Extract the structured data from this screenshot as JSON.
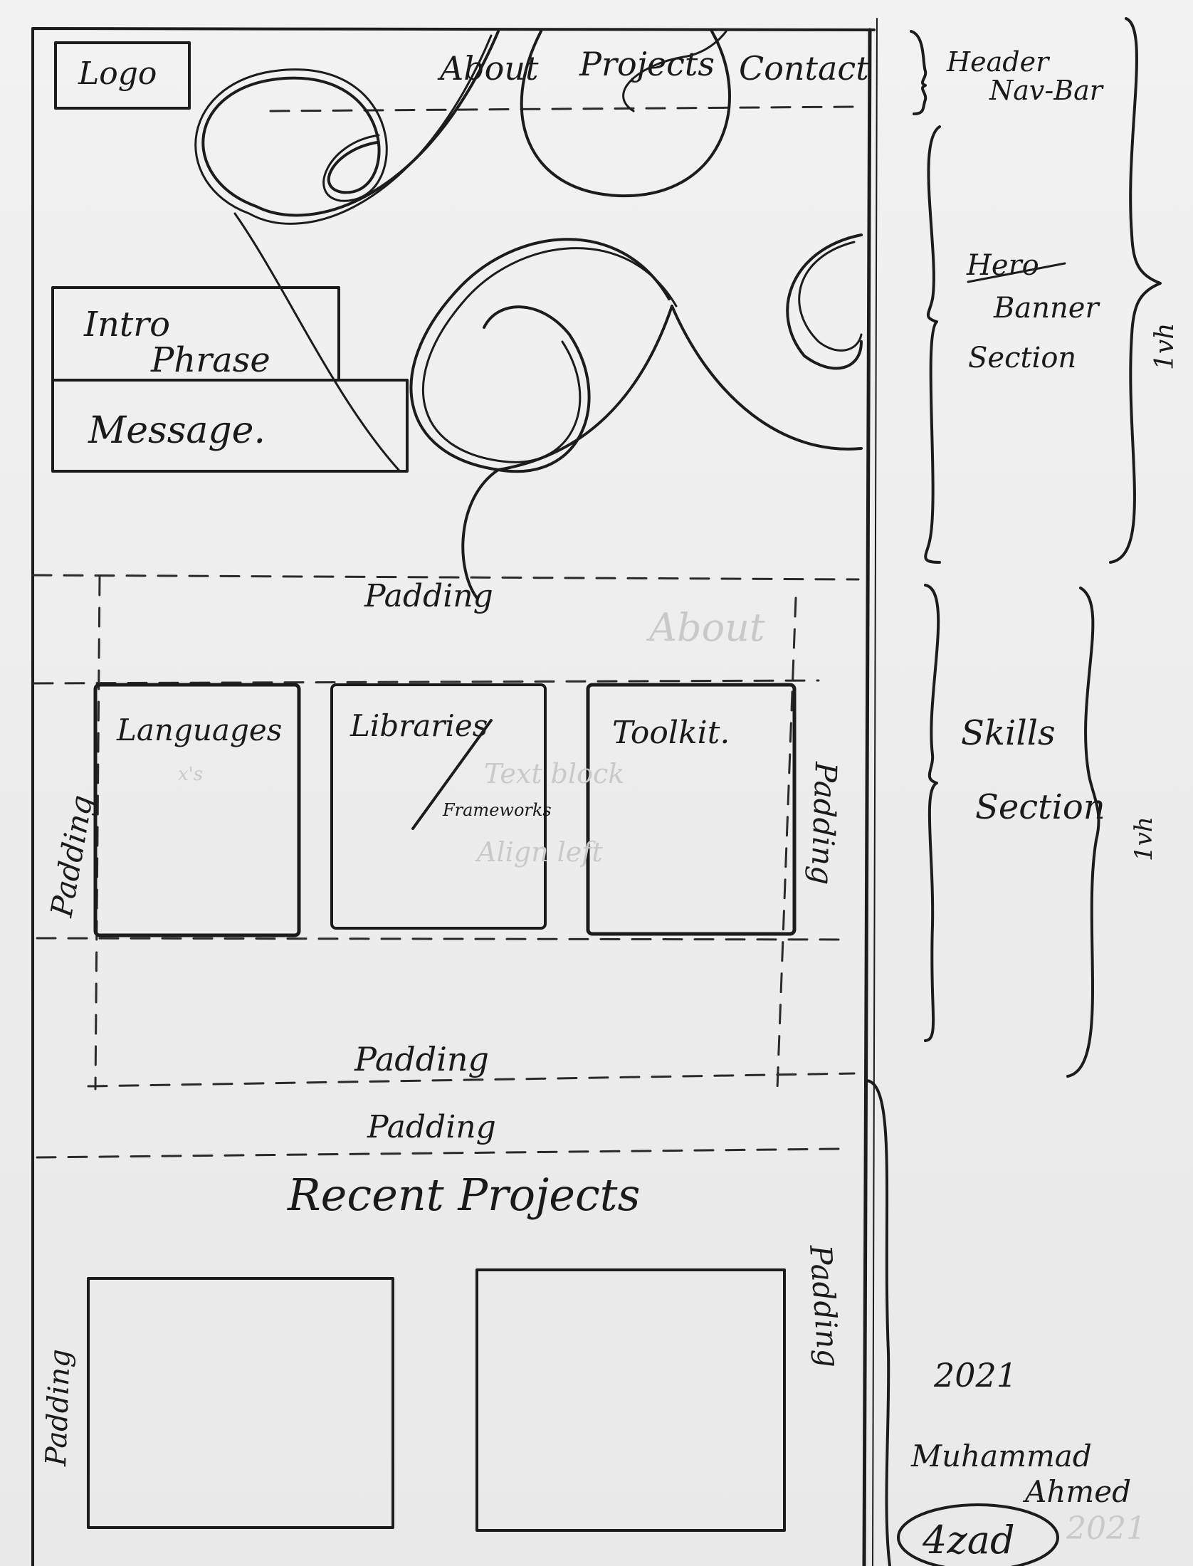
{
  "header": {
    "logo_label": "Logo",
    "nav": [
      "About",
      "Projects",
      "Contact"
    ]
  },
  "hero": {
    "intro_label": "Intro\nPhrase",
    "message_label": "Message."
  },
  "skills": {
    "cards": [
      "Languages",
      "Libraries",
      "Frameworks",
      "Toolkit."
    ]
  },
  "projects": {
    "title": "Recent Projects"
  },
  "annotations": {
    "padding": "Padding",
    "header_label": "Header\nNav-Bar",
    "hero_label": "Hero\nBanner\nSection",
    "skills_label": "Skills\nSection",
    "vh_unit": "1vh"
  },
  "signature": {
    "year": "2021",
    "name": "Muhammad\nAhmed",
    "handle": "4zad"
  },
  "colors": {
    "paper": "#efefef",
    "ink": "#1c1c1c"
  }
}
